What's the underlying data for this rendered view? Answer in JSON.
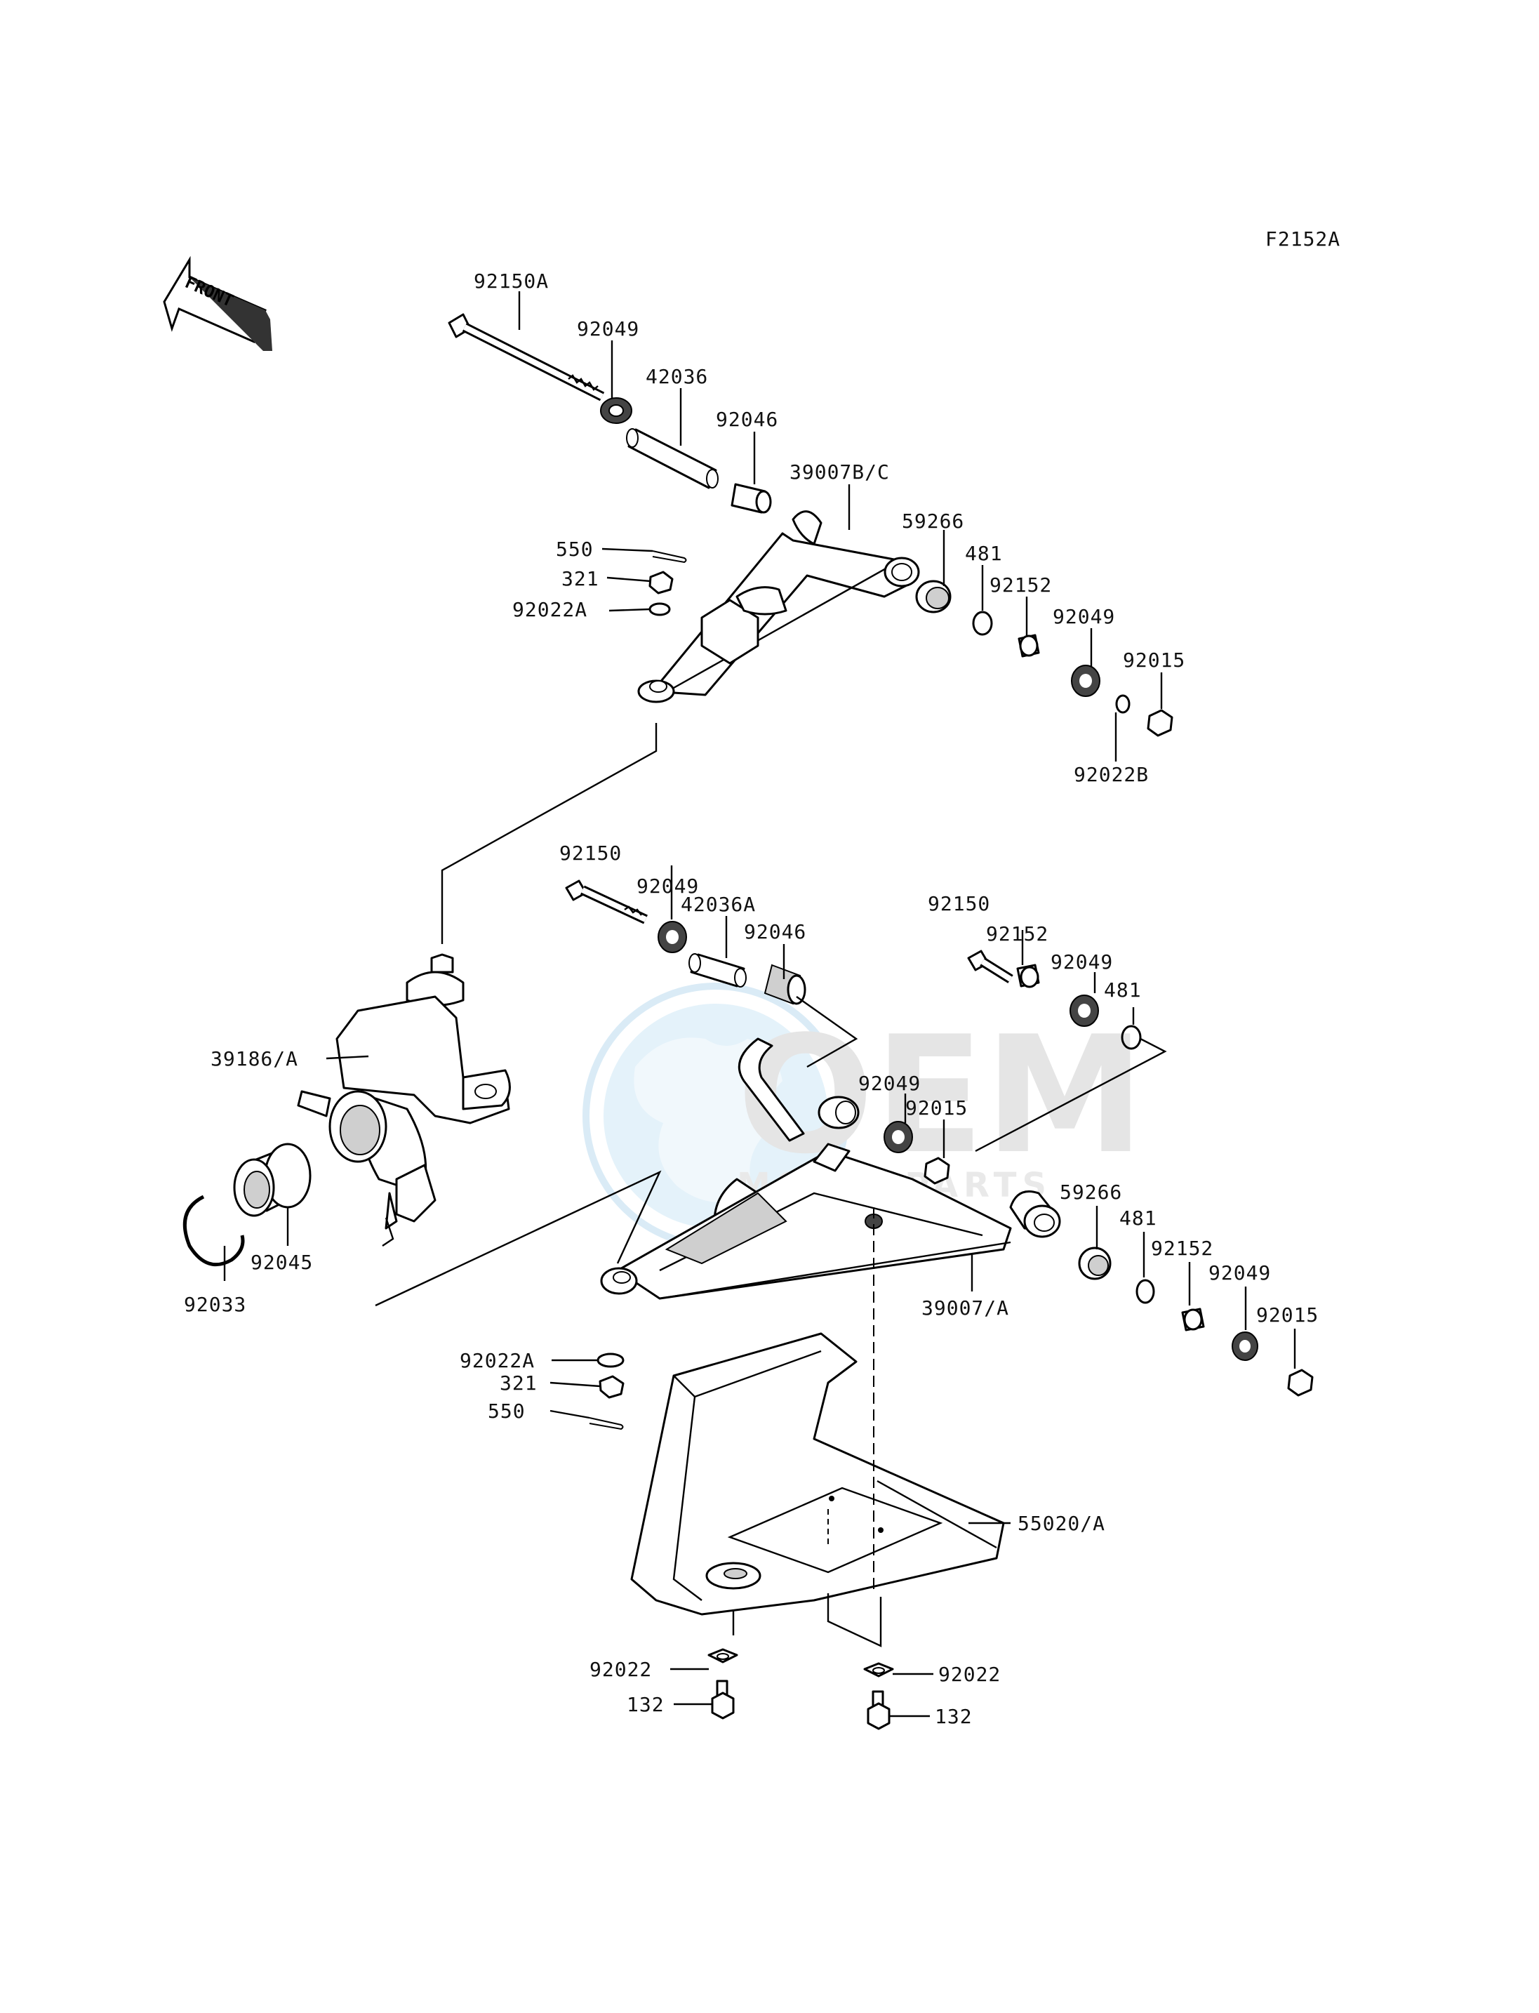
{
  "figure_code": "F2152A",
  "front_arrow_text": "FRONT",
  "watermark": {
    "main": "OEM",
    "sub": "MOTORPARTS"
  },
  "labels": {
    "upper_bolt": "92150A",
    "upper_collar_l": "92049",
    "upper_sleeve": "42036",
    "upper_bushing": "92046",
    "upper_arm": "39007B/C",
    "upper_cotter": "550",
    "upper_nut": "321",
    "upper_washer": "92022A",
    "upper_bearing_r": "59266",
    "upper_ring": "481",
    "upper_spacer": "92152",
    "upper_collar_r": "92049",
    "upper_nut_r": "92015",
    "upper_washer_r": "92022B",
    "lower_bolt_l": "92150",
    "lower_collar_l": "92049",
    "lower_sleeve": "42036A",
    "lower_bushing": "92046",
    "lower_bolt_r": "92150",
    "lower_spacer_r": "92152",
    "lower_collar_r": "92049",
    "lower_ring_r": "481",
    "lower_collar_mid": "92049",
    "lower_nut_mid": "92015",
    "knuckle": "39186/A",
    "bearing": "92045",
    "circlip": "92033",
    "lower_bearing": "59266",
    "lower_ring2": "481",
    "lower_spacer2": "92152",
    "lower_collar2": "92049",
    "lower_nut2": "92015",
    "lower_arm": "39007/A",
    "lower_washer": "92022A",
    "lower_nut": "321",
    "lower_cotter": "550",
    "guard": "55020/A",
    "washer_l": "92022",
    "washer_r": "92022",
    "bolt_l": "132",
    "bolt_r": "132"
  }
}
